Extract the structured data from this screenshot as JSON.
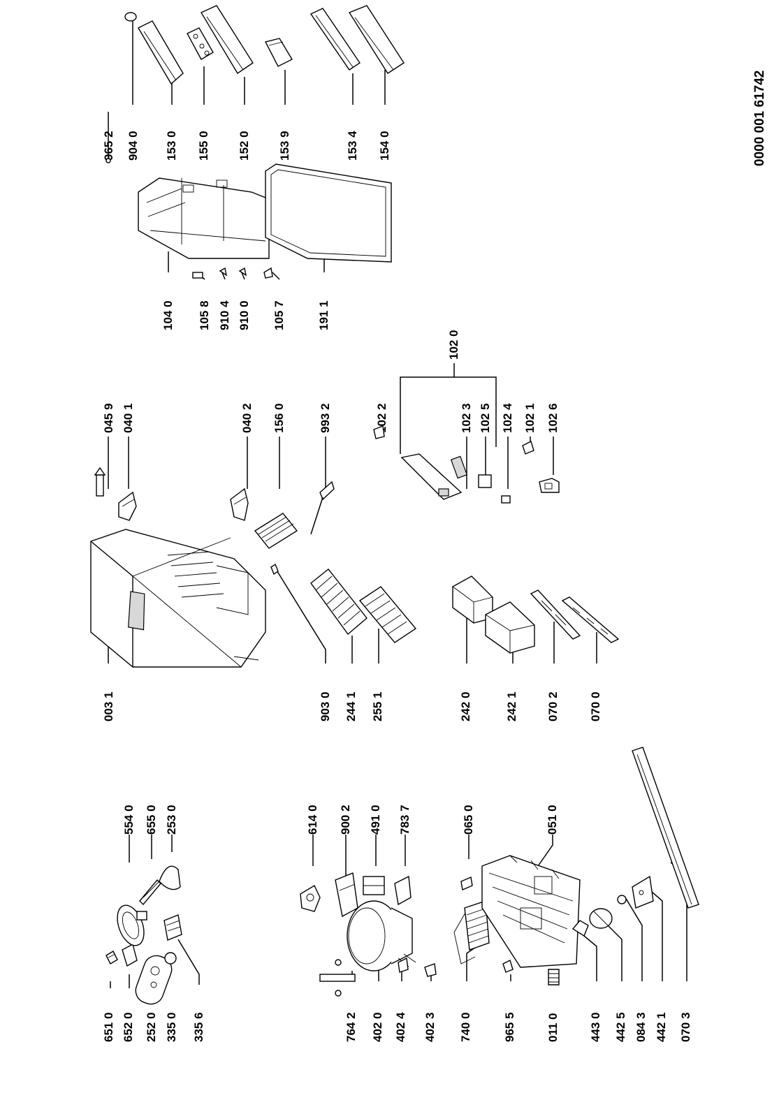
{
  "document_code": "0000 001 61742",
  "part_numbers": {
    "p6510": "651 0",
    "p6520": "652 0",
    "p2520": "252 0",
    "p3350": "335 0",
    "p3356": "335 6",
    "p5540": "554 0",
    "p6550": "655 0",
    "p2530": "253 0",
    "p7642": "764 2",
    "p4020": "402 0",
    "p4024": "402 4",
    "p4023": "402 3",
    "p7400": "740 0",
    "p9655": "965 5",
    "p0110": "011 0",
    "p4430": "443 0",
    "p4425": "442 5",
    "p0843": "084 3",
    "p4421": "442 1",
    "p0703": "070 3",
    "p6140": "614 0",
    "p9002": "900 2",
    "p4910": "491 0",
    "p7837": "783 7",
    "p0650": "065 0",
    "p0510": "051 0",
    "p0031": "003 1",
    "p9030": "903 0",
    "p2441": "244 1",
    "p2551": "255 1",
    "p2420": "242 0",
    "p2421": "242 1",
    "p0702": "070 2",
    "p0700": "070 0",
    "p0459": "045 9",
    "p0401": "040 1",
    "p0402": "040 2",
    "p1560": "156 0",
    "p9932": "993 2",
    "p1022": "102 2",
    "p1020": "102 0",
    "p1023": "102 3",
    "p1025": "102 5",
    "p1024": "102 4",
    "p1021": "102 1",
    "p1026": "102 6",
    "p1040": "104 0",
    "p1058": "105 8",
    "p9104": "910 4",
    "p9100": "910 0",
    "p1057": "105 7",
    "p1911": "191 1",
    "p9652": "965 2",
    "p9040": "904 0",
    "p1530": "153 0",
    "p1550": "155 0",
    "p1520": "152 0",
    "p1539": "153 9",
    "p1534": "153 4",
    "p1540": "154 0"
  }
}
